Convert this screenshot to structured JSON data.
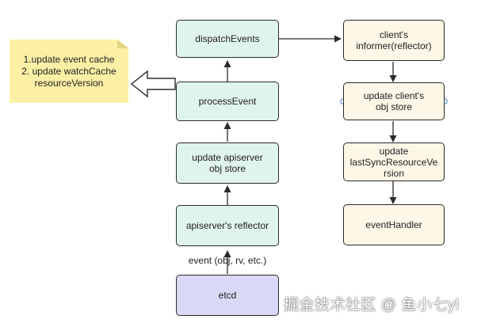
{
  "note": {
    "text": "1.update event cache\n2. update watchCache\nresourceVersion"
  },
  "nodes": {
    "dispatch": "dispatchEvents",
    "process": "processEvent",
    "apiserver_store": "update apiserver\nobj store",
    "apiserver_reflector": "apiserver's reflector",
    "etcd": "etcd",
    "client_informer": "client's\ninformer(reflector)",
    "client_store": "update client's\nobj store",
    "last_sync": "update\nlastSyncResourceVe\nrsion",
    "event_handler": "eventHandler"
  },
  "edge_label": "event (obj, rv, etc.)",
  "watermark": "掘金技术社区 @ 鱼小七yl",
  "colors": {
    "teal": "#dff3ef",
    "cream": "#fcf7e6",
    "lavender": "#d9d9f7",
    "note": "#fbf0a6"
  }
}
